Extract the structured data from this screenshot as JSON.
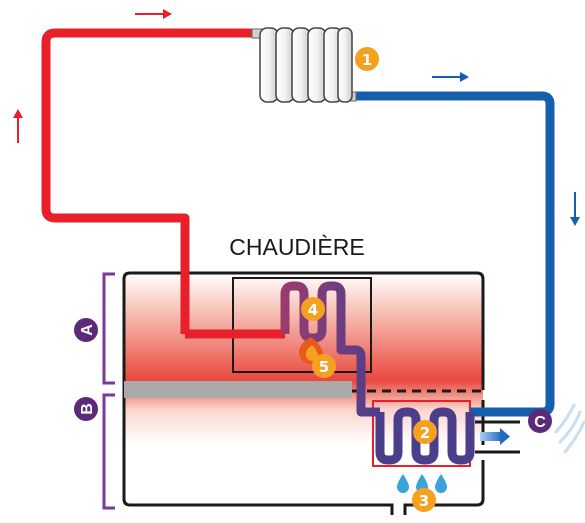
{
  "boiler_title": "CHAUDIÈRE",
  "section_labels": {
    "a": "A",
    "b": "B",
    "c": "C"
  },
  "markers": {
    "m1": "1",
    "m2": "2",
    "m3": "3",
    "m4": "4",
    "m5": "5"
  },
  "colors": {
    "hot_pipe": "#e8202a",
    "cold_pipe": "#1560ad",
    "marker_orange": "#f6a020",
    "label_purple": "#5b2a78",
    "bracket_purple": "#7a3a9a",
    "water_drop": "#3ba3dc"
  },
  "icons": {
    "radiator": "radiator-icon",
    "flame": "flame-icon",
    "water_drops": "water-drops-icon",
    "exhaust": "exhaust-fumes-icon",
    "flow_arrows": "flow-arrow-icon"
  }
}
